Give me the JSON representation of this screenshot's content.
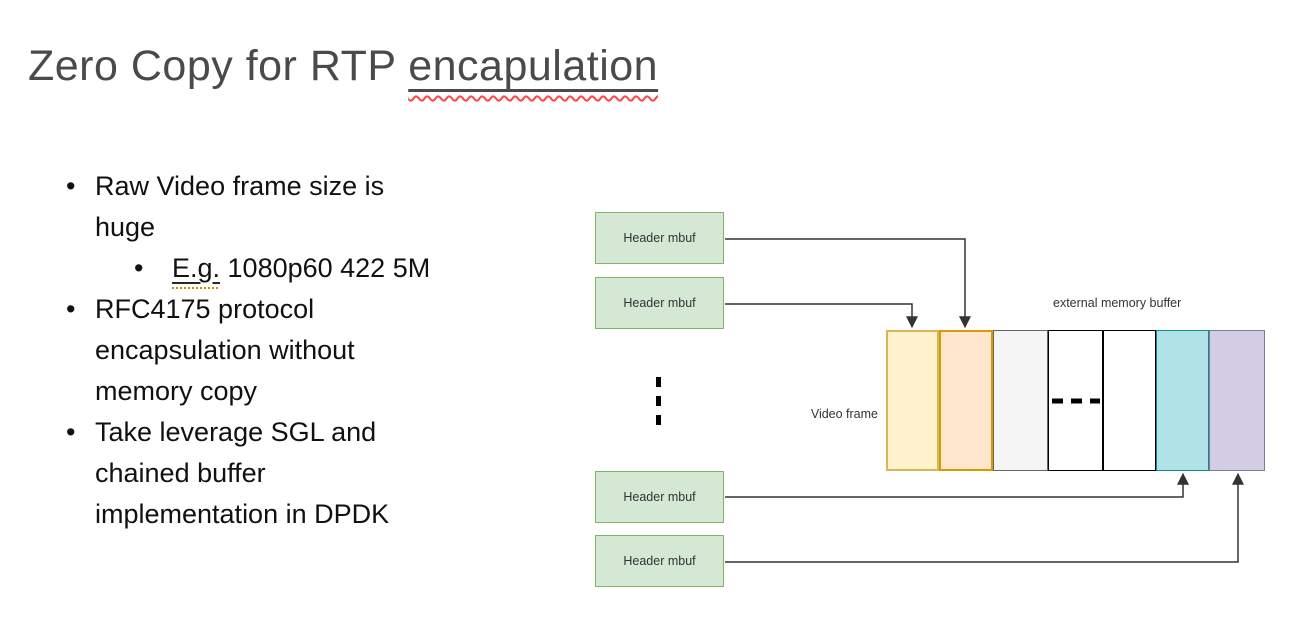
{
  "slide": {
    "title": {
      "prefix": "Zero Copy for RTP ",
      "misspelled_word": "encapulation"
    },
    "bullets": {
      "item1": "Raw Video frame size is huge",
      "item2_prefix": "E.g.",
      "item2_rest": " 1080p60 422 5M",
      "item3": "RFC4175 protocol encapsulation without memory copy",
      "item4": "Take leverage SGL and chained buffer implementation in DPDK",
      "marker_glyph": "•"
    }
  },
  "diagram": {
    "header_boxes": [
      {
        "label": "Header mbuf"
      },
      {
        "label": "Header mbuf"
      },
      {
        "label": "Header mbuf"
      },
      {
        "label": "Header mbuf"
      }
    ],
    "labels": {
      "external_memory_buffer": "external memory buffer",
      "video_frame": "Video frame"
    },
    "box_style": {
      "fill": "#d5e8d4",
      "stroke": "#82b366"
    },
    "segments": [
      {
        "name": "segment-yellow",
        "fill": "#fff2cc",
        "stroke": "#d6b656"
      },
      {
        "name": "segment-orange",
        "fill": "#ffe6cc",
        "stroke": "#d79b00"
      },
      {
        "name": "segment-gray",
        "fill": "#f5f5f5",
        "stroke": "#666666"
      },
      {
        "name": "segment-white-dashed",
        "fill": "#ffffff",
        "stroke": "#000000"
      },
      {
        "name": "segment-white",
        "fill": "#ffffff",
        "stroke": "#000000"
      },
      {
        "name": "segment-teal",
        "fill": "#b0e3e6",
        "stroke": "#17888f"
      },
      {
        "name": "segment-lavender",
        "fill": "#d2cde2",
        "stroke": "#7e7ba0"
      }
    ],
    "connections": [
      {
        "from": "header-mbuf-box-1",
        "to": "segment-orange"
      },
      {
        "from": "header-mbuf-box-2",
        "to": "segment-yellow"
      },
      {
        "from": "header-mbuf-box-3",
        "to": "segment-teal"
      },
      {
        "from": "header-mbuf-box-4",
        "to": "segment-lavender"
      }
    ],
    "connector_color": "#333333"
  }
}
